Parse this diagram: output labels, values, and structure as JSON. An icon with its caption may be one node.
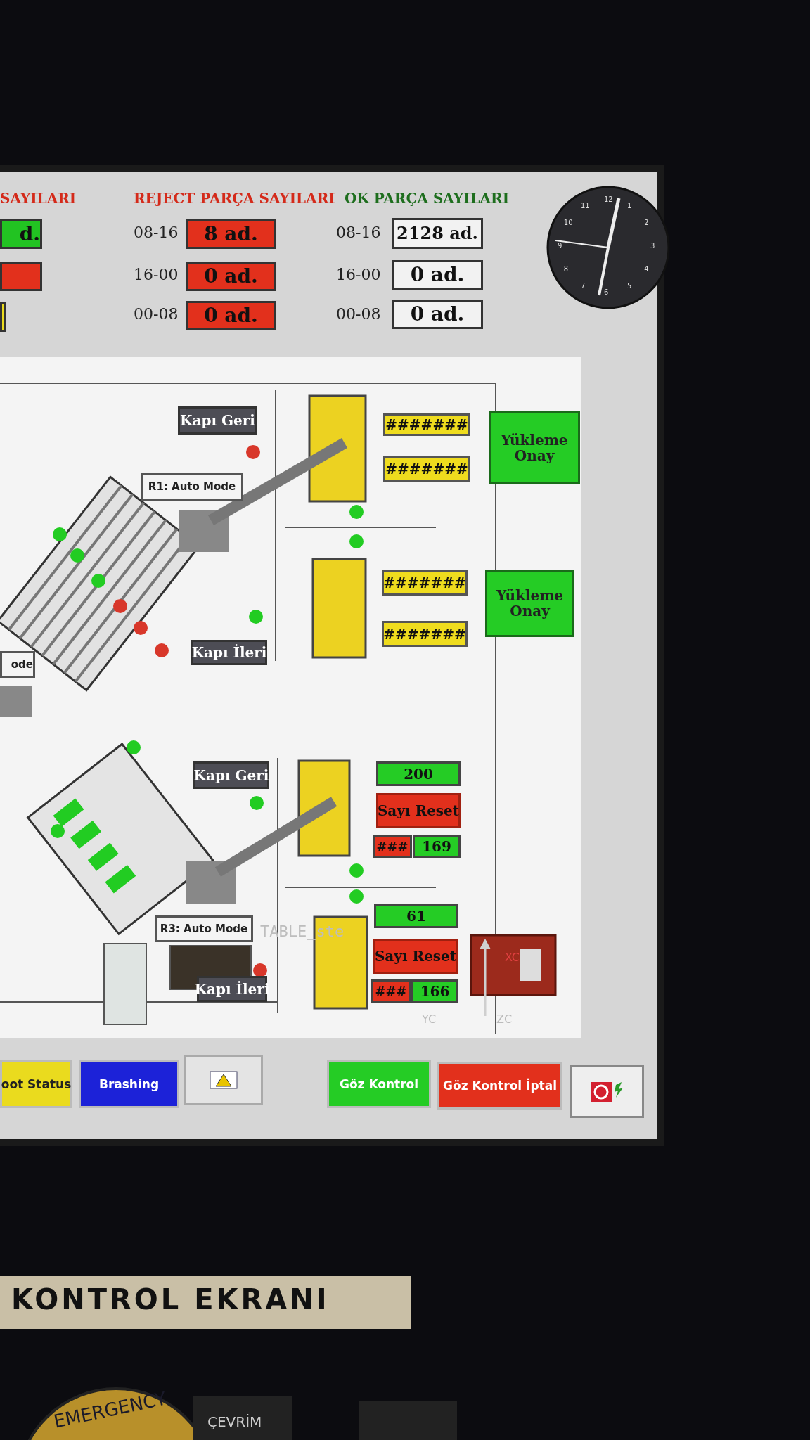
{
  "diagram": {
    "nodes": [
      {
        "text": [
          "d."
        ]
      },
      {
        "text": [],
        "shape": "box"
      },
      {
        "text": [],
        "shape": "box"
      },
      {
        "text": [
          "8 ad."
        ]
      },
      {
        "text": [
          "0 ad."
        ]
      },
      {
        "text": [
          "0 ad."
        ]
      },
      {
        "text": [
          "2128 ad."
        ]
      },
      {
        "text": [
          "0 ad."
        ]
      },
      {
        "text": [
          "0 ad."
        ]
      },
      {
        "text": [
          "Kapı Geri"
        ]
      },
      {
        "text": [
          "R1: Auto Mode"
        ]
      },
      {
        "text": [
          "#######"
        ]
      },
      {
        "text": [
          "#######"
        ]
      },
      {
        "text": [
          "Yükleme Onay"
        ]
      },
      {
        "text": [
          "#######"
        ]
      },
      {
        "text": [
          "#######"
        ]
      },
      {
        "text": [
          "Yükleme Onay"
        ]
      },
      {
        "text": [
          "Kapı İleri"
        ]
      },
      {
        "text": [
          "ode"
        ]
      },
      {
        "text": [
          "Kapı Geri"
        ]
      },
      {
        "text": [
          "200"
        ]
      },
      {
        "text": [
          "Sayı Reset"
        ]
      },
      {
        "text": [
          "###"
        ]
      },
      {
        "text": [
          "169"
        ]
      },
      {
        "text": [
          "61"
        ]
      },
      {
        "text": [
          "Sayı Reset"
        ]
      },
      {
        "text": [
          "###"
        ]
      },
      {
        "text": [
          "166"
        ]
      },
      {
        "text": [
          "R3: Auto Mode"
        ]
      },
      {
        "text": [
          "Kapı İleri"
        ]
      },
      {
        "text": [
          "oot Status"
        ]
      },
      {
        "text": [
          "Brashing"
        ]
      },
      {
        "text": [],
        "shape": "box"
      },
      {
        "text": [
          "Göz Kontrol"
        ]
      },
      {
        "text": [
          "Göz Kontrol İptal"
        ]
      },
      {
        "text": [],
        "shape": "box"
      }
    ],
    "labels": [
      "SAYILARI",
      "REJECT PARÇA SAYILARI",
      "OK PARÇA SAYILARI",
      "08-16",
      "16-00",
      "00-08",
      "08-16",
      "16-00",
      "00-08",
      "12",
      "1",
      "2",
      "3",
      "4",
      "5",
      "6",
      "7",
      "8",
      "9",
      "10",
      "11",
      "TABLE_ste",
      "XC",
      "YC",
      "ZC",
      "KONTROL EKRANI",
      "EMERGENCY",
      "ÇEVRİM"
    ]
  }
}
